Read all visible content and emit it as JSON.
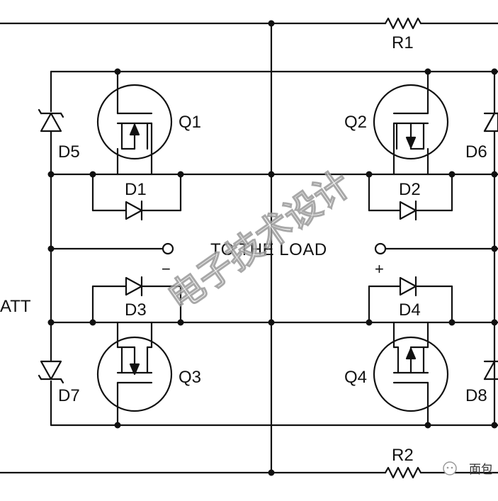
{
  "labels": {
    "r1": "R1",
    "r2": "R2",
    "q1": "Q1",
    "q2": "Q2",
    "q3": "Q3",
    "q4": "Q4",
    "d1": "D1",
    "d2": "D2",
    "d3": "D3",
    "d4": "D4",
    "d5": "D5",
    "d6": "D6",
    "d7": "D7",
    "d8": "D8",
    "batt": "ATT",
    "load": "TO THE LOAD",
    "minus": "−",
    "plus": "+"
  },
  "watermark": {
    "text": "电子技术设计",
    "corner_text": "面包"
  },
  "colors": {
    "wire": "#111111",
    "background": "#ffffff"
  }
}
